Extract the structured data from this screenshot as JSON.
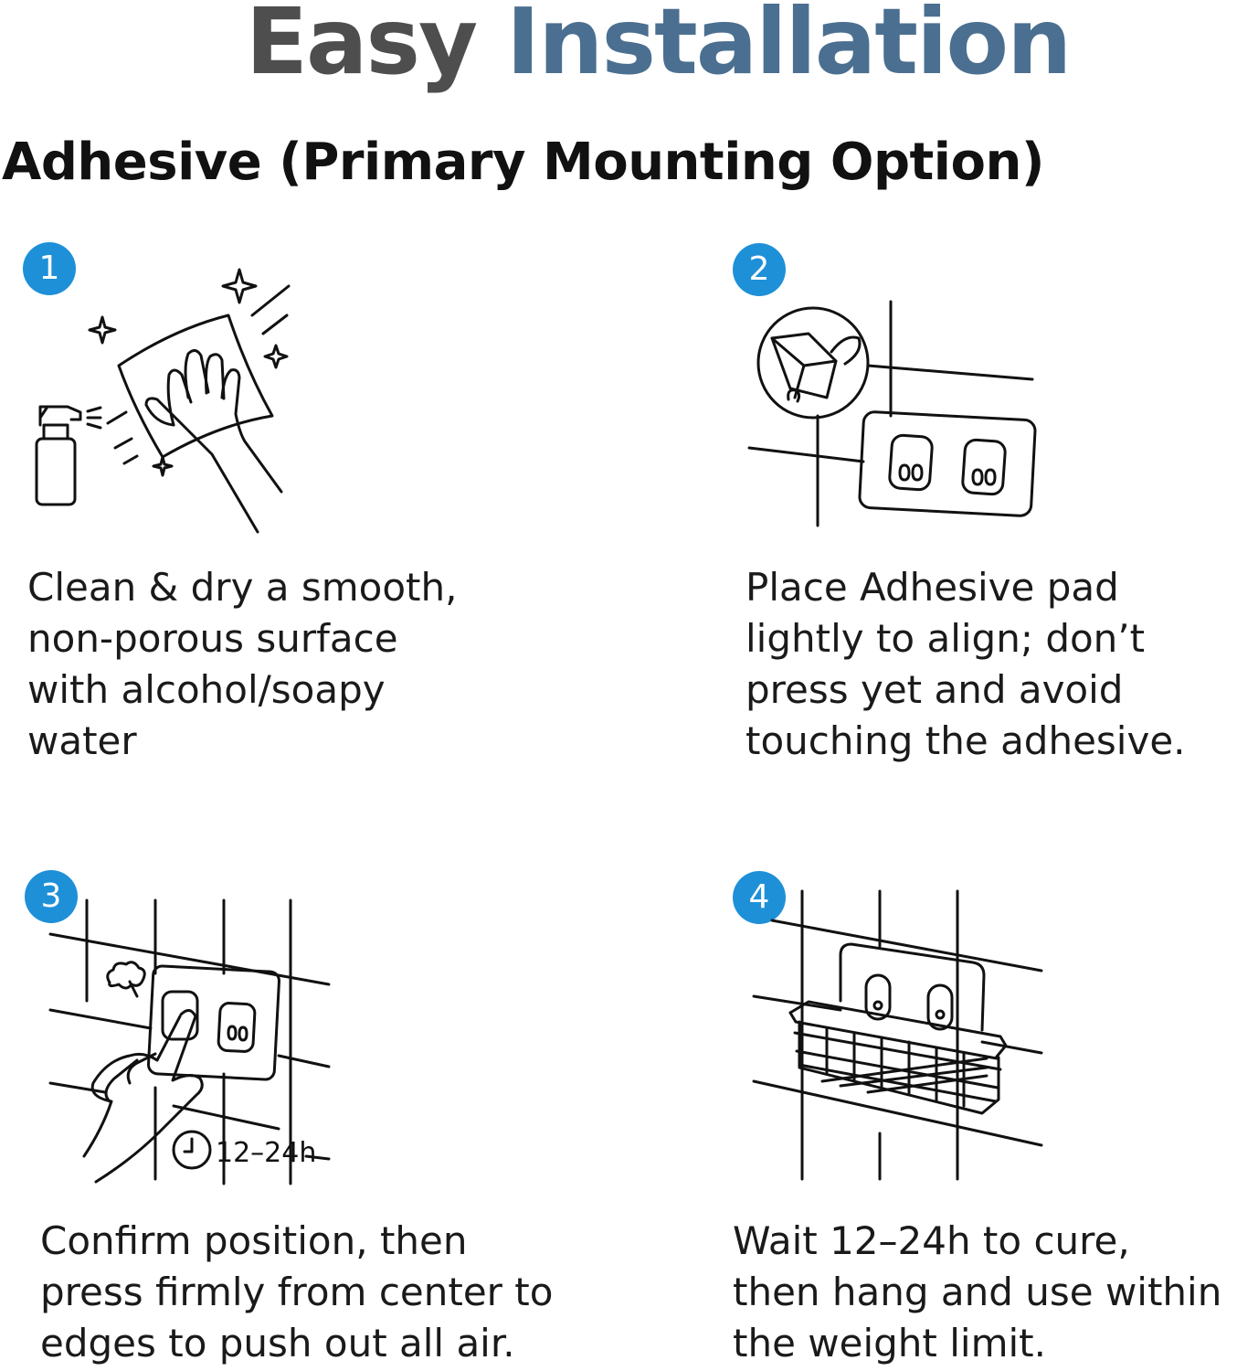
{
  "header": {
    "title_part1": "Easy",
    "title_part2": "Installation",
    "subtitle": "Adhesive (Primary Mounting Option)"
  },
  "colors": {
    "title_dark": "#4e4e4e",
    "title_accent": "#4b6f90",
    "badge": "#1e90d8"
  },
  "steps": [
    {
      "number": "1",
      "icon": "spray-bottle-cloth-wipe-icon",
      "lines": [
        "Clean & dry a smooth,",
        "non-porous surface",
        "with alcohol/soapy",
        "water"
      ]
    },
    {
      "number": "2",
      "icon": "adhesive-pad-placement-icon",
      "lines": [
        "Place Adhesive pad",
        "lightly to align; don’t",
        "press yet and avoid",
        "touching the adhesive."
      ]
    },
    {
      "number": "3",
      "icon": "finger-press-pad-icon",
      "clock_label": "12–24h",
      "lines": [
        "Confirm position, then",
        "press firmly from center to",
        "edges to push out all air."
      ]
    },
    {
      "number": "4",
      "icon": "wire-basket-hanging-icon",
      "lines": [
        "Wait 12–24h to cure,",
        "then hang and use within",
        "the weight limit."
      ]
    }
  ]
}
